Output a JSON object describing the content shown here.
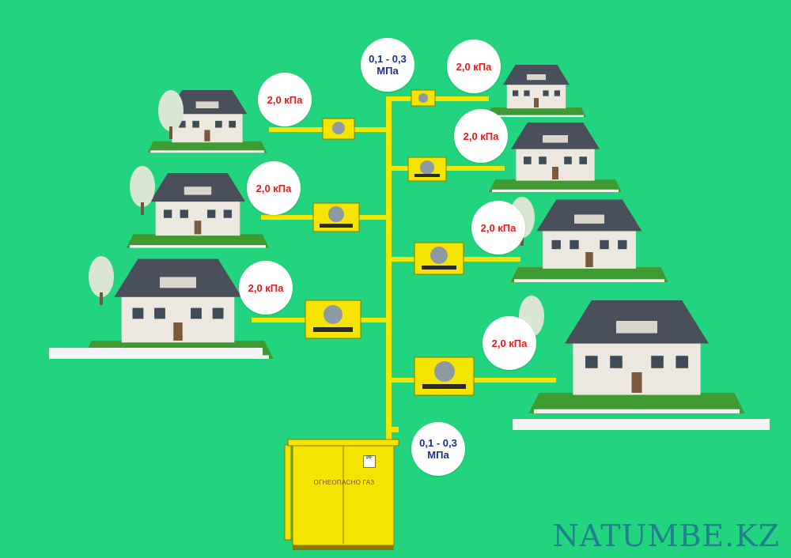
{
  "badges": {
    "low_pressure": "2,0 кПа",
    "high_pressure_line1": "0,1 - 0,3",
    "high_pressure_line2": "МПа"
  },
  "cabinet": {
    "label": "ОГНЕОПАСНО ГАЗ",
    "logo_text": "PF"
  },
  "watermark": "NATUMBE.KZ",
  "colors": {
    "background": "#22d47d",
    "pipe": "#f2e600",
    "cabinet": "#f5e400",
    "low_pressure_text": "#e11b1b",
    "high_pressure_text": "#1a2f8f"
  }
}
